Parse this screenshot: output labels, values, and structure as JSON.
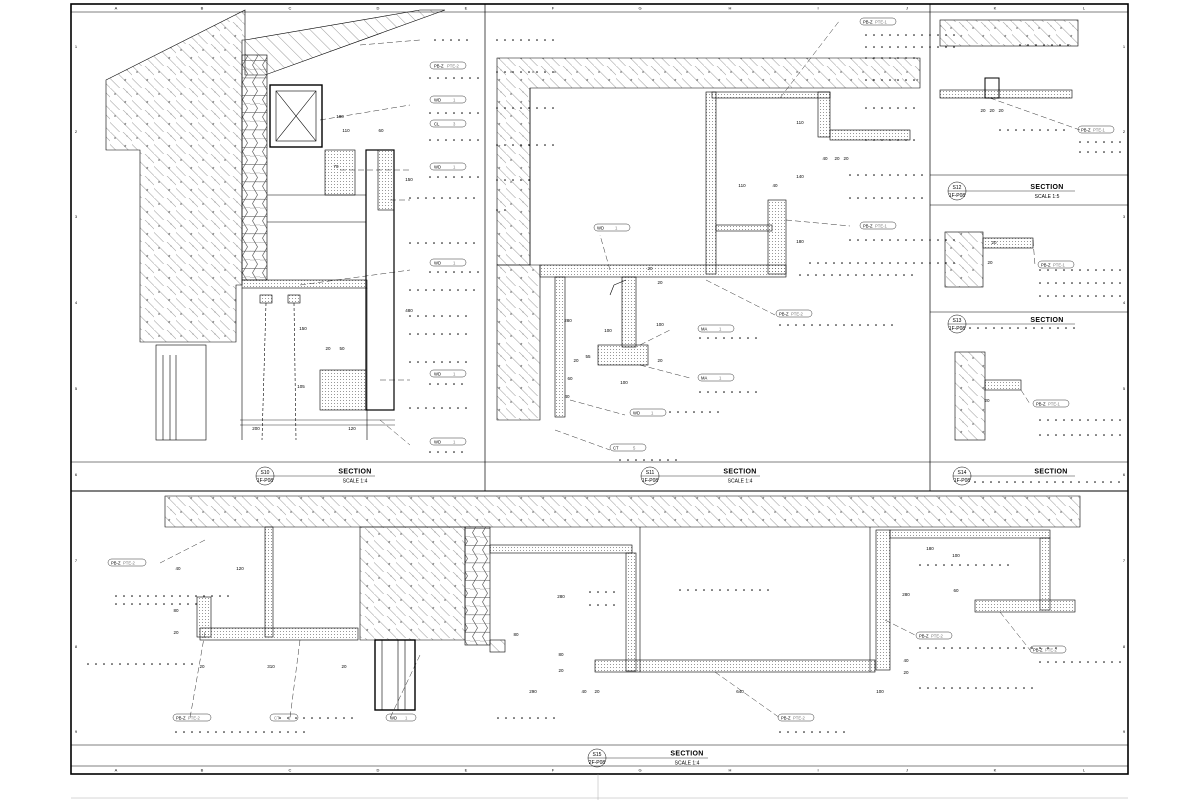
{
  "sheet": {
    "grid_columns": [
      "A",
      "B",
      "C",
      "D",
      "E",
      "F",
      "G",
      "H",
      "I",
      "J",
      "K",
      "L"
    ],
    "grid_rows": [
      "1",
      "2",
      "3",
      "4",
      "5",
      "6",
      "7",
      "8",
      "9"
    ]
  },
  "sections": [
    {
      "id": "s10",
      "number": "S10",
      "ref": "1F-P08",
      "title": "SECTION",
      "scale": "SCALE 1:4"
    },
    {
      "id": "s11",
      "number": "S11",
      "ref": "1F-P08",
      "title": "SECTION",
      "scale": "SCALE 1:4"
    },
    {
      "id": "s12",
      "number": "S12",
      "ref": "1F-P08",
      "title": "SECTION",
      "scale": "SCALE 1:5"
    },
    {
      "id": "s13",
      "number": "S13",
      "ref": "1F-P08",
      "title": "SECTION",
      "scale": ""
    },
    {
      "id": "s14",
      "number": "S14",
      "ref": "1F-P08",
      "title": "SECTION",
      "scale": ""
    },
    {
      "id": "s15",
      "number": "S15",
      "ref": "2F-P08",
      "title": "SECTION",
      "scale": "SCALE 1:4"
    }
  ],
  "tags": {
    "s10": [
      {
        "code": "PB-Z",
        "note": "PTE-2"
      },
      {
        "code": "WD",
        "note": "1"
      },
      {
        "code": "CL",
        "note": "3"
      },
      {
        "code": "WD",
        "note": "1"
      },
      {
        "code": "WD",
        "note": "1"
      },
      {
        "code": "WD",
        "note": "1"
      },
      {
        "code": "WD",
        "note": "1"
      }
    ],
    "s11": [
      {
        "code": "PB-Z",
        "note": "PTE-1"
      },
      {
        "code": "PB-Z",
        "note": "PTE-1"
      },
      {
        "code": "WD",
        "note": "1"
      },
      {
        "code": "PB-Z",
        "note": "PTE-2"
      },
      {
        "code": "MA",
        "note": "1"
      },
      {
        "code": "MA",
        "note": "1"
      },
      {
        "code": "WD",
        "note": "1"
      },
      {
        "code": "CT",
        "note": "5"
      }
    ],
    "s12": [
      {
        "code": "PB-Z",
        "note": "PTE-1"
      },
      {
        "code": "PB-Z",
        "note": "PTE-1"
      },
      {
        "code": "PB-Z",
        "note": "PTE-1"
      }
    ],
    "s15": [
      {
        "code": "PB-Z",
        "note": "PTE-2"
      },
      {
        "code": "PB-Z",
        "note": "PTE-2"
      },
      {
        "code": "CT",
        "note": "1"
      },
      {
        "code": "WD",
        "note": "1"
      },
      {
        "code": "PB-Z",
        "note": "PTE-2"
      },
      {
        "code": "PB-Z",
        "note": "PTE-2"
      },
      {
        "code": "PB-Z",
        "note": "PTE-2"
      }
    ]
  },
  "dimensions": {
    "s10": [
      "180",
      "110",
      "60",
      "70",
      "150",
      "480",
      "20",
      "50",
      "150",
      "105",
      "200",
      "120"
    ],
    "s11": [
      "110",
      "40",
      "20",
      "20",
      "110",
      "40",
      "140",
      "180",
      "20",
      "20",
      "280",
      "100",
      "100",
      "55",
      "20",
      "60",
      "40",
      "100",
      "20"
    ],
    "s12": [
      "20",
      "20",
      "20",
      "20",
      "20",
      "20"
    ],
    "s15": [
      "40",
      "120",
      "80",
      "20",
      "20",
      "310",
      "20",
      "280",
      "80",
      "80",
      "20",
      "290",
      "40",
      "20",
      "640",
      "100",
      "180",
      "100",
      "60",
      "280",
      "20",
      "40"
    ]
  }
}
